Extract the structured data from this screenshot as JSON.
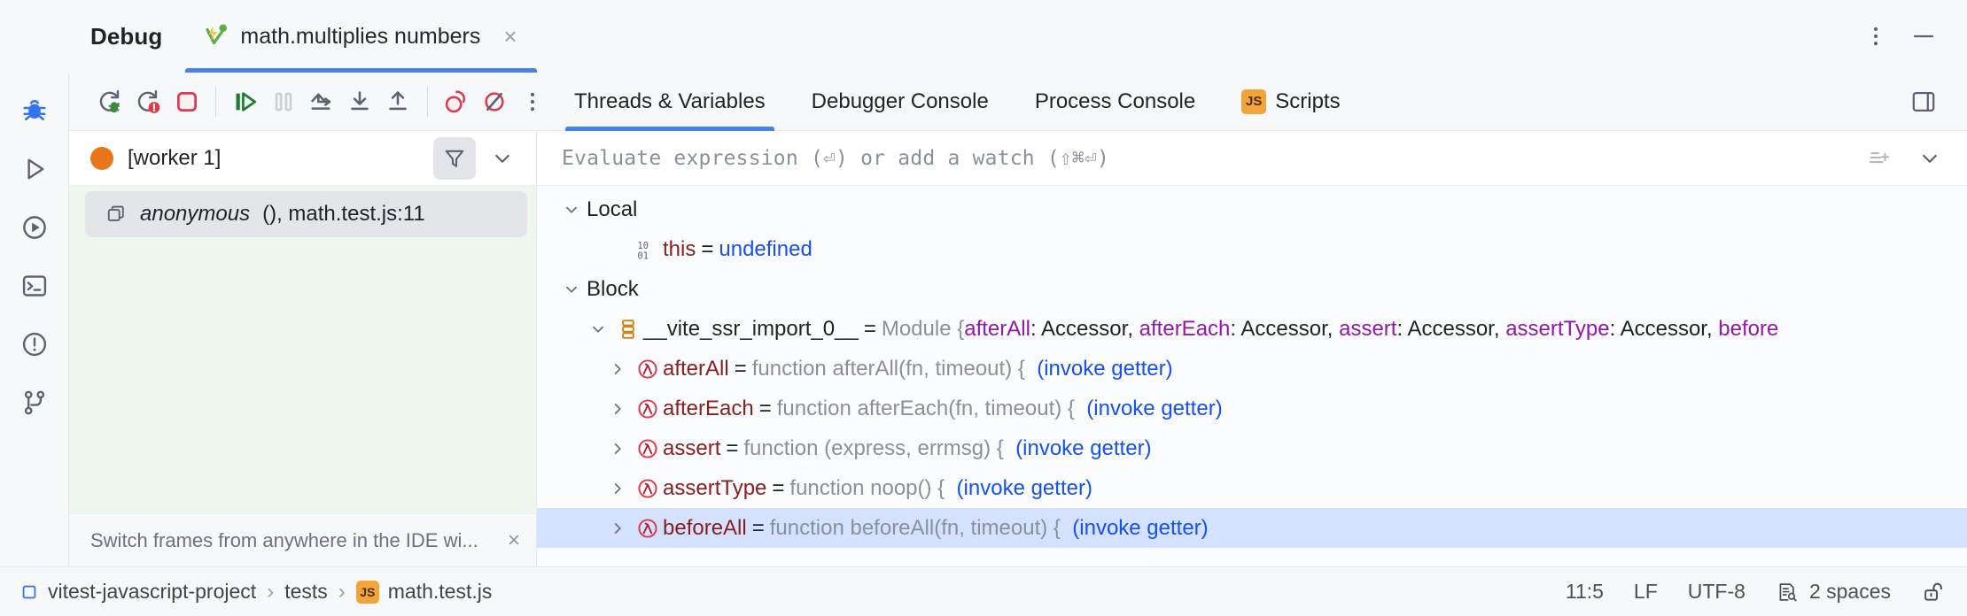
{
  "window": {
    "title": "Debug",
    "tab": {
      "label": "math.multiplies numbers",
      "close": "×",
      "icon": "run-with-coverage-test-icon"
    },
    "more_icon": "vertical-dots-icon",
    "minimize_icon": "minimize-icon"
  },
  "rail": {
    "items": [
      {
        "name": "debug",
        "icon": "bug-icon",
        "active": true
      },
      {
        "name": "run",
        "icon": "play-triangle-icon",
        "active": false
      },
      {
        "name": "coverage",
        "icon": "run-coverage-icon",
        "active": false
      },
      {
        "name": "terminal",
        "icon": "terminal-icon",
        "active": false
      },
      {
        "name": "problems",
        "icon": "exclamation-circle-icon",
        "active": false
      },
      {
        "name": "version-control",
        "icon": "branch-icon",
        "active": false
      }
    ]
  },
  "toolbar": {
    "buttons": [
      {
        "name": "rerun-debug",
        "icon": "rerun-debug-icon",
        "enabled": true
      },
      {
        "name": "rerun-failed-tests",
        "icon": "rerun-failed-icon",
        "enabled": true
      },
      {
        "name": "stop",
        "icon": "stop-square-icon",
        "enabled": true
      },
      {
        "name": "resume-program",
        "icon": "resume-icon",
        "enabled": true
      },
      {
        "name": "pause-program",
        "icon": "pause-icon",
        "enabled": false
      },
      {
        "name": "step-over",
        "icon": "step-over-icon",
        "enabled": true
      },
      {
        "name": "step-into",
        "icon": "step-into-icon",
        "enabled": true
      },
      {
        "name": "step-out",
        "icon": "step-out-icon",
        "enabled": true
      },
      {
        "name": "view-breakpoints",
        "icon": "view-breakpoints-icon",
        "enabled": true
      },
      {
        "name": "mute-breakpoints",
        "icon": "mute-breakpoints-icon",
        "enabled": true
      },
      {
        "name": "more-options",
        "icon": "vertical-dots-icon",
        "enabled": true
      }
    ],
    "split_icon": "split-layout-icon"
  },
  "view_tabs": [
    {
      "label": "Threads & Variables",
      "active": true,
      "icon": null
    },
    {
      "label": "Debugger Console",
      "active": false,
      "icon": null
    },
    {
      "label": "Process Console",
      "active": false,
      "icon": null
    },
    {
      "label": "Scripts",
      "active": false,
      "icon": "js-badge"
    }
  ],
  "frames": {
    "thread": "[worker 1]",
    "thread_status_color": "#e8751a",
    "filter_icon": "filter-funnel-icon",
    "dropdown_icon": "chevron-down-icon",
    "items": [
      {
        "label_name": "anonymous",
        "label_rest": "(), math.test.js:11",
        "icon": "frame-stack-icon",
        "selected": true
      }
    ],
    "tip": {
      "text": "Switch frames from anywhere in the IDE wi...",
      "close": "×"
    }
  },
  "evaluate": {
    "placeholder": "Evaluate expression (⏎) or add a watch (⇧⌘⏎)",
    "add_watch_icon": "add-watch-icon",
    "dropdown_icon": "chevron-down-icon"
  },
  "variables": [
    {
      "kind": "group",
      "indent": 1,
      "twisty": "expanded",
      "icon": null,
      "name": "Local",
      "name_color": "black"
    },
    {
      "kind": "var",
      "indent": 3,
      "twisty": "none",
      "icon": "binary-1001-icon",
      "name": "this",
      "name_color": "red",
      "eq": "=",
      "parts": [
        {
          "text": "undefined",
          "color": "blue"
        }
      ]
    },
    {
      "kind": "group",
      "indent": 1,
      "twisty": "expanded",
      "icon": null,
      "name": "Block",
      "name_color": "black"
    },
    {
      "kind": "var",
      "indent": 2,
      "twisty": "expanded",
      "icon": "module-stack-icon",
      "name": "__vite_ssr_import_0__",
      "name_color": "black",
      "eq": "=",
      "parts": [
        {
          "text": "Module {",
          "color": "grey"
        },
        {
          "text": "afterAll",
          "color": "purple"
        },
        {
          "text": ": Accessor, ",
          "color": "black"
        },
        {
          "text": "afterEach",
          "color": "purple"
        },
        {
          "text": ": Accessor, ",
          "color": "black"
        },
        {
          "text": "assert",
          "color": "purple"
        },
        {
          "text": ": Accessor, ",
          "color": "black"
        },
        {
          "text": "assertType",
          "color": "purple"
        },
        {
          "text": ": Accessor, ",
          "color": "black"
        },
        {
          "text": "before",
          "color": "purple"
        }
      ]
    },
    {
      "kind": "var",
      "indent": 3,
      "twisty": "collapsed",
      "icon": "lambda-icon",
      "name": "afterAll",
      "name_color": "red",
      "eq": "=",
      "parts": [
        {
          "text": "function afterAll(fn, timeout) {",
          "color": "grey"
        },
        {
          "text": "  ",
          "color": "grey"
        },
        {
          "text": "(invoke getter)",
          "color": "link"
        }
      ]
    },
    {
      "kind": "var",
      "indent": 3,
      "twisty": "collapsed",
      "icon": "lambda-icon",
      "name": "afterEach",
      "name_color": "red",
      "eq": "=",
      "parts": [
        {
          "text": "function afterEach(fn, timeout) {",
          "color": "grey"
        },
        {
          "text": "  ",
          "color": "grey"
        },
        {
          "text": "(invoke getter)",
          "color": "link"
        }
      ]
    },
    {
      "kind": "var",
      "indent": 3,
      "twisty": "collapsed",
      "icon": "lambda-icon",
      "name": "assert",
      "name_color": "red",
      "eq": "=",
      "parts": [
        {
          "text": "function (express, errmsg) {",
          "color": "grey"
        },
        {
          "text": "  ",
          "color": "grey"
        },
        {
          "text": "(invoke getter)",
          "color": "link"
        }
      ]
    },
    {
      "kind": "var",
      "indent": 3,
      "twisty": "collapsed",
      "icon": "lambda-icon",
      "name": "assertType",
      "name_color": "red",
      "eq": "=",
      "parts": [
        {
          "text": "function noop() {",
          "color": "grey"
        },
        {
          "text": "  ",
          "color": "grey"
        },
        {
          "text": "(invoke getter)",
          "color": "link"
        }
      ]
    },
    {
      "kind": "var",
      "indent": 3,
      "twisty": "collapsed",
      "icon": "lambda-icon",
      "name": "beforeAll",
      "name_color": "red",
      "eq": "=",
      "selected": true,
      "parts": [
        {
          "text": "function beforeAll(fn, timeout) {",
          "color": "grey"
        },
        {
          "text": "  ",
          "color": "grey"
        },
        {
          "text": "(invoke getter)",
          "color": "link"
        }
      ]
    }
  ],
  "statusbar": {
    "breadcrumbs": [
      {
        "label": "vitest-javascript-project",
        "icon": "project-module-icon"
      },
      {
        "label": "tests",
        "icon": null
      },
      {
        "label": "math.test.js",
        "icon": "js-badge"
      }
    ],
    "separator": "›",
    "caret_position": "11:5",
    "line_separator": "LF",
    "encoding": "UTF-8",
    "indent": "2 spaces",
    "indent_icon": "inspect-document-icon",
    "lock_icon": "unlocked-padlock-icon"
  }
}
